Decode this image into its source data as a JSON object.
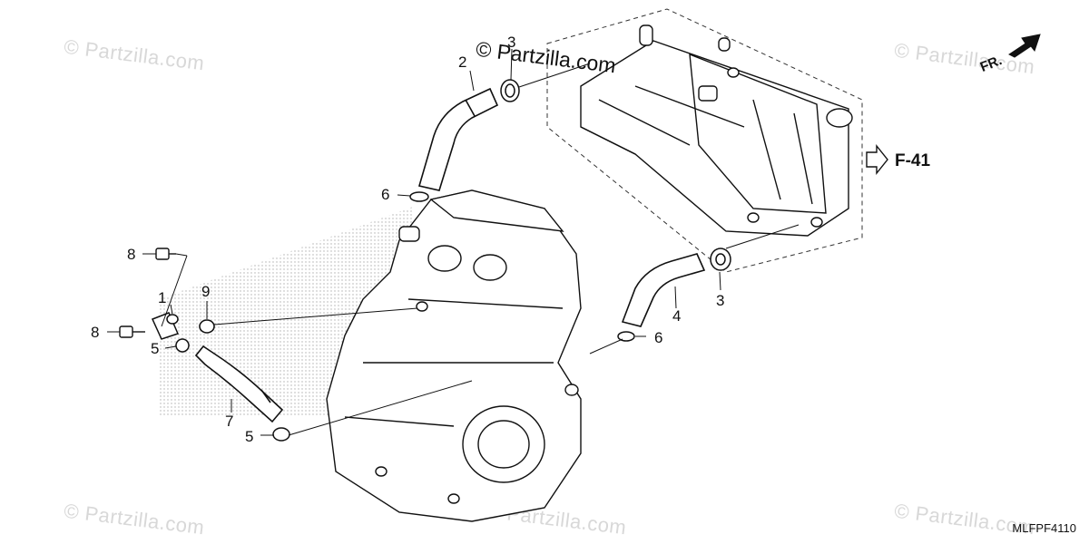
{
  "watermarks": {
    "main": "© Partzilla.com",
    "faint": "© Partzilla.com"
  },
  "callouts": [
    {
      "id": "c1",
      "label": "1"
    },
    {
      "id": "c2",
      "label": "2"
    },
    {
      "id": "c3a",
      "label": "3"
    },
    {
      "id": "c3b",
      "label": "3"
    },
    {
      "id": "c4",
      "label": "4"
    },
    {
      "id": "c5a",
      "label": "5"
    },
    {
      "id": "c5b",
      "label": "5"
    },
    {
      "id": "c6a",
      "label": "6"
    },
    {
      "id": "c6b",
      "label": "6"
    },
    {
      "id": "c7",
      "label": "7"
    },
    {
      "id": "c8a",
      "label": "8"
    },
    {
      "id": "c8b",
      "label": "8"
    },
    {
      "id": "c9",
      "label": "9"
    }
  ],
  "reference": {
    "label": "F-41"
  },
  "direction": {
    "label": "FR."
  },
  "diagram_code": "MLFPF4110",
  "icons": [
    "arrow-right-outline-icon",
    "front-direction-arrow-icon"
  ]
}
